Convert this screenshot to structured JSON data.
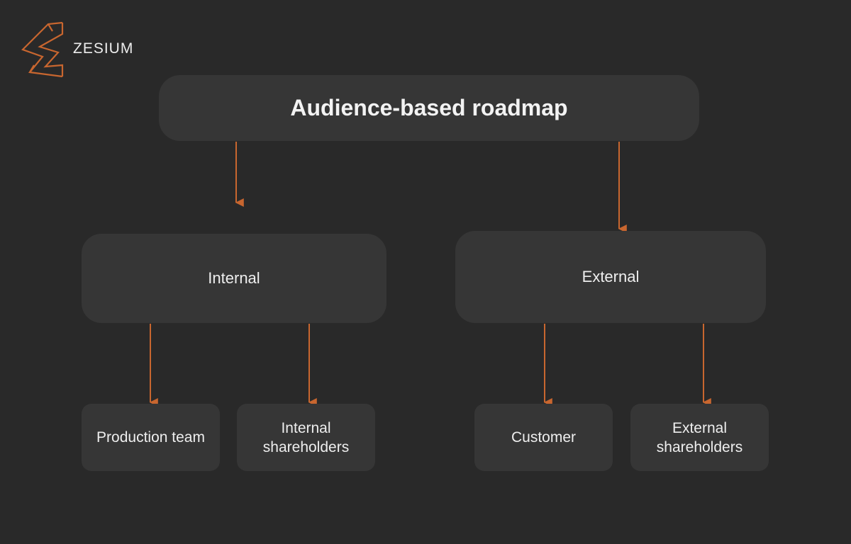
{
  "brand": {
    "name": "ZESIUM",
    "accent_color": "#c8662f"
  },
  "diagram": {
    "root": {
      "label": "Audience-based roadmap"
    },
    "branches": [
      {
        "label": "Internal",
        "children": [
          {
            "label": "Production team"
          },
          {
            "label": "Internal shareholders"
          }
        ]
      },
      {
        "label": "External",
        "children": [
          {
            "label": "Customer"
          },
          {
            "label": "External shareholders"
          }
        ]
      }
    ]
  }
}
